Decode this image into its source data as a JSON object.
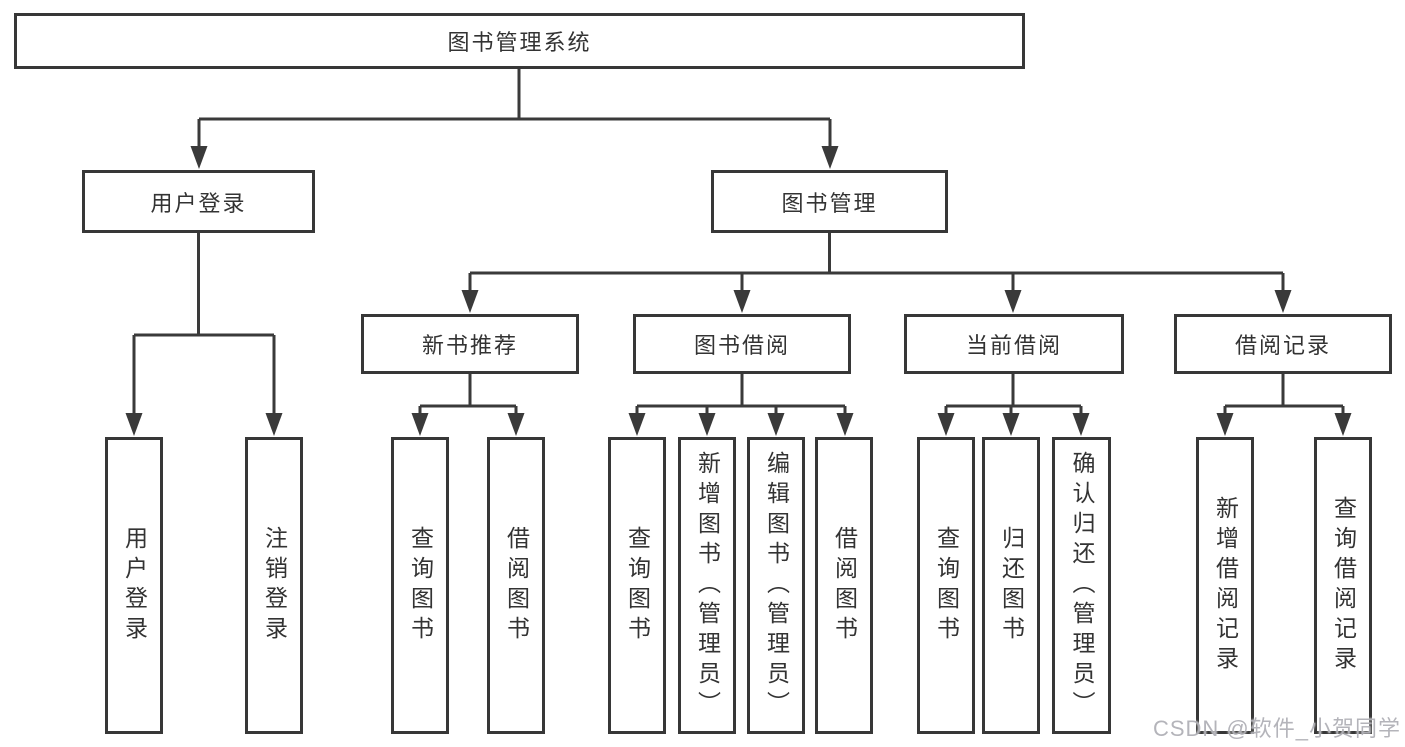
{
  "colors": {
    "background": "#ffffff",
    "line": "#3a3a3a",
    "box_border": "#373737",
    "text": "#333333",
    "watermark": "#acacb2"
  },
  "tree": {
    "label": "图书管理系统",
    "children": [
      {
        "label": "用户登录",
        "children": [
          {
            "label": "用户登录"
          },
          {
            "label": "注销登录"
          }
        ]
      },
      {
        "label": "图书管理",
        "children": [
          {
            "label": "新书推荐",
            "children": [
              {
                "label": "查询图书"
              },
              {
                "label": "借阅图书"
              }
            ]
          },
          {
            "label": "图书借阅",
            "children": [
              {
                "label": "查询图书"
              },
              {
                "label": "新增图书（管理员）"
              },
              {
                "label": "编辑图书（管理员）"
              },
              {
                "label": "借阅图书"
              }
            ]
          },
          {
            "label": "当前借阅",
            "children": [
              {
                "label": "查询图书"
              },
              {
                "label": "归还图书"
              },
              {
                "label": "确认归还（管理员）"
              }
            ]
          },
          {
            "label": "借阅记录",
            "children": [
              {
                "label": "新增借阅记录"
              },
              {
                "label": "查询借阅记录"
              }
            ]
          }
        ]
      }
    ]
  },
  "watermark": {
    "text": "CSDN @软件_小贺同学"
  }
}
